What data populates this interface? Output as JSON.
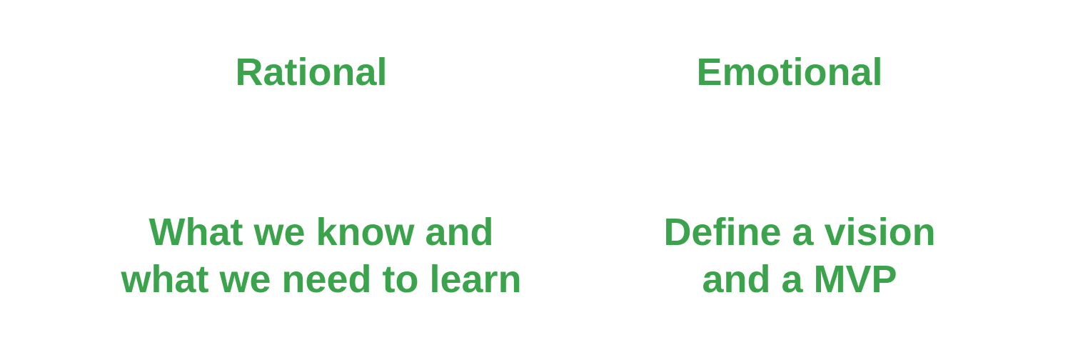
{
  "colors": {
    "text": "#3ca34d",
    "background": "#ffffff"
  },
  "left": {
    "heading": "Rational",
    "lines": [
      "What we know and",
      "what we need to learn"
    ]
  },
  "right": {
    "heading": "Emotional",
    "lines": [
      "Define a vision",
      "and a MVP"
    ]
  }
}
